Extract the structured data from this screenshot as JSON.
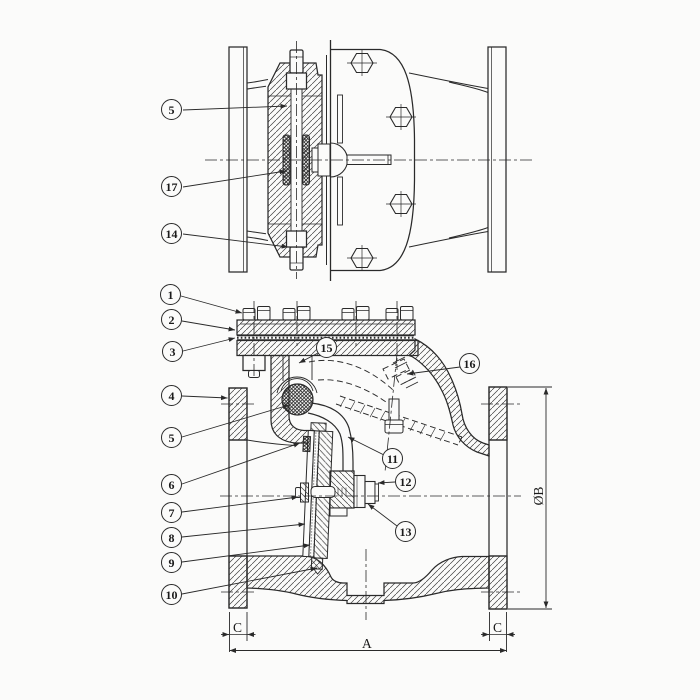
{
  "top_balloons": [
    "5",
    "17",
    "14"
  ],
  "section_balloons": [
    "1",
    "2",
    "3",
    "4",
    "5",
    "6",
    "7",
    "8",
    "9",
    "10",
    "11",
    "12",
    "13",
    "15",
    "16"
  ],
  "dimensions": {
    "overall_length": "A",
    "flange_od": "ØB",
    "flange_thickness_left": "C",
    "flange_thickness_right": "C"
  },
  "colors": {
    "line": "#2a2a2a",
    "paper": "#fbfbfa"
  }
}
